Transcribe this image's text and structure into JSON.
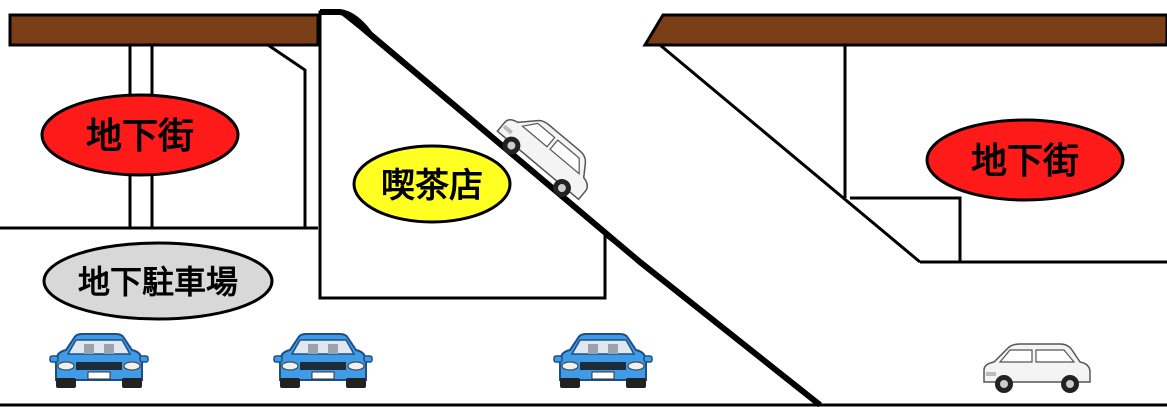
{
  "labels": {
    "left_underground_mall": "地下街",
    "cafe": "喫茶店",
    "underground_parking": "地下駐車場",
    "right_underground_mall": "地下街"
  },
  "colors": {
    "roof": "#7a3f17",
    "underground_mall_bubble": "#ff1a1a",
    "cafe_bubble": "#ffff22",
    "parking_bubble": "#d8d8d8",
    "blue_car": "#3f9be6",
    "white_car": "#f4f4f4",
    "line": "#000000"
  },
  "icons": [
    "blue-car-icon",
    "white-car-icon"
  ]
}
